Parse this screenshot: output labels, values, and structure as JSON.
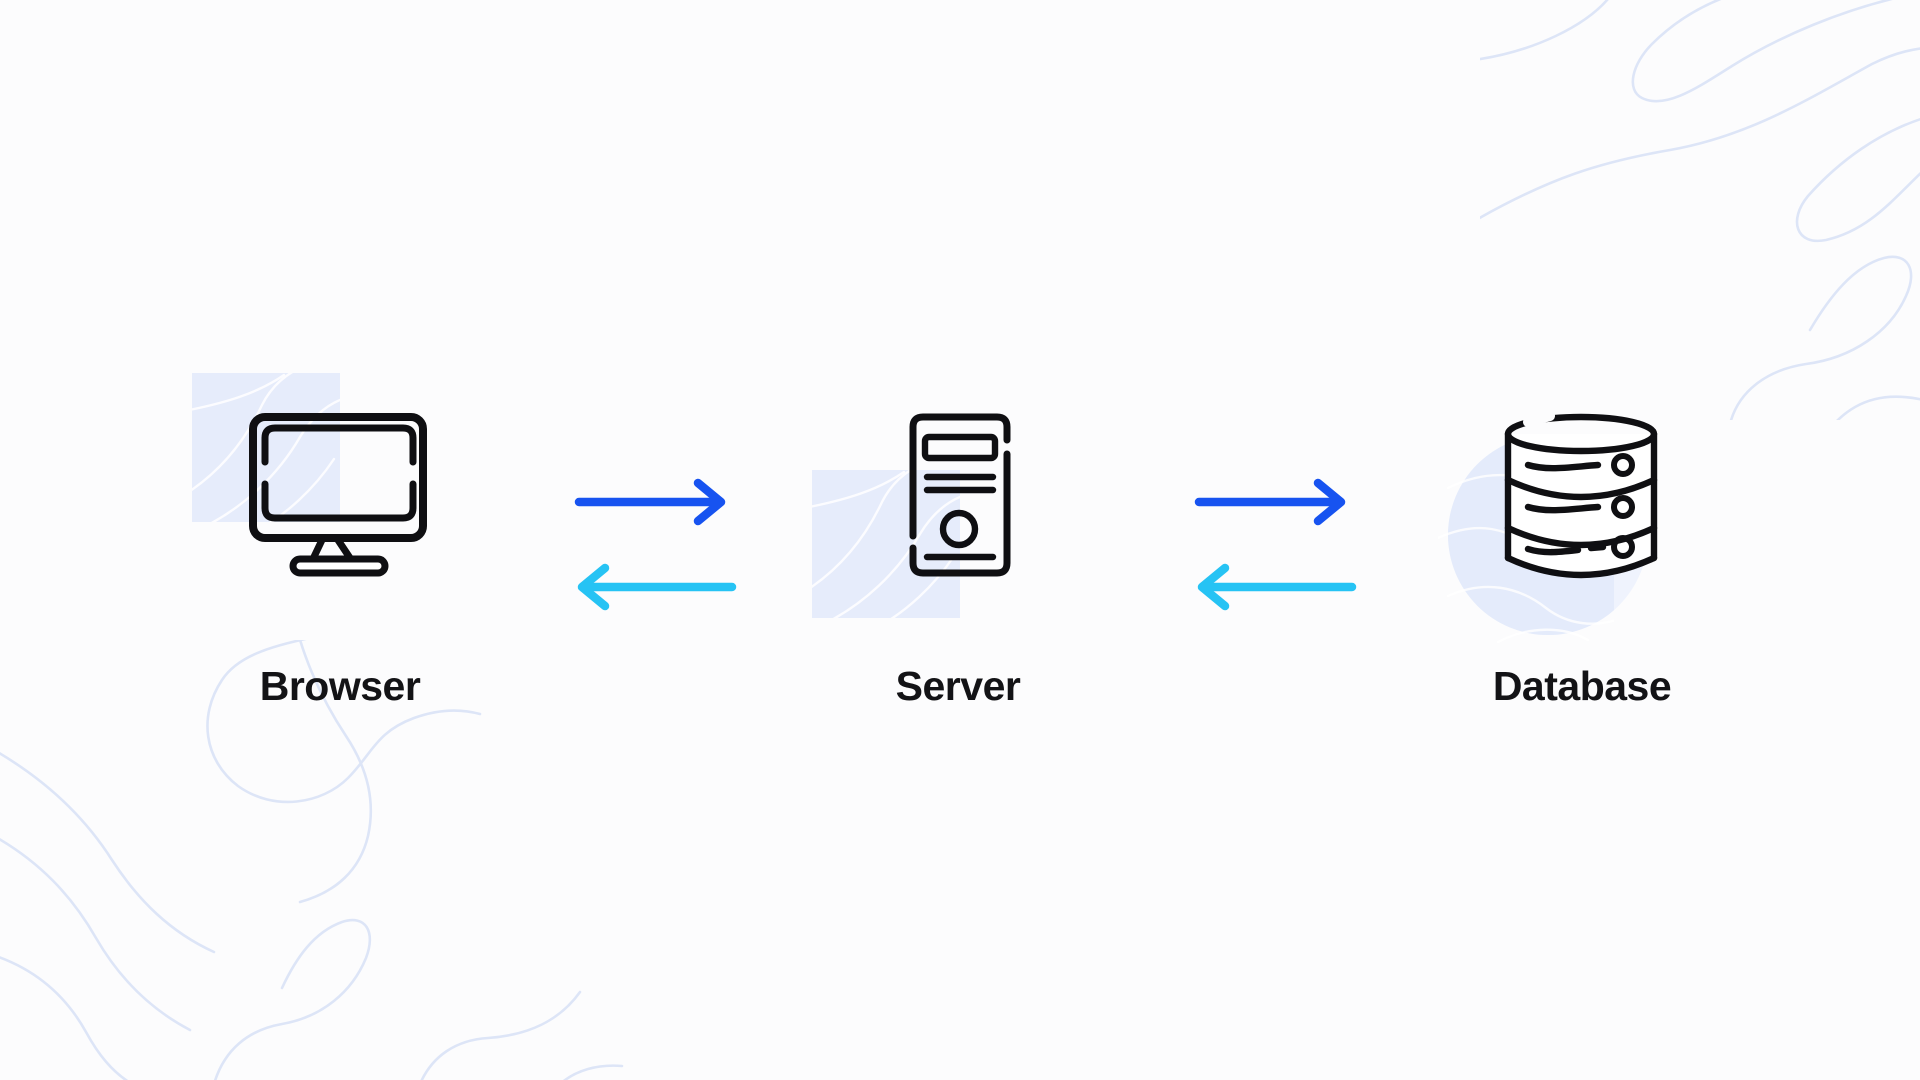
{
  "page": {
    "background": "#fcfcfd"
  },
  "diagram": {
    "nodes": [
      {
        "id": "browser",
        "label": "Browser",
        "icon": "monitor-icon"
      },
      {
        "id": "server",
        "label": "Server",
        "icon": "server-tower-icon"
      },
      {
        "id": "database",
        "label": "Database",
        "icon": "database-icon"
      }
    ],
    "flows": [
      {
        "from": "Browser",
        "to": "Server",
        "direction": "right",
        "color": "#1753f0"
      },
      {
        "from": "Server",
        "to": "Browser",
        "direction": "left",
        "color": "#26c3f4"
      },
      {
        "from": "Server",
        "to": "Database",
        "direction": "right",
        "color": "#1753f0"
      },
      {
        "from": "Database",
        "to": "Server",
        "direction": "left",
        "color": "#26c3f4"
      }
    ],
    "colors": {
      "arrow_request_blue": "#1753f0",
      "arrow_response_cyan": "#26c3f4",
      "icon_stroke": "#0f0f12",
      "label_text": "#131316",
      "accent_tile": "#e6ecfb",
      "accent_blob": "#e4ebfb",
      "accent_blob_light": "#eff3fd",
      "pattern_line": "#dde5f7"
    }
  }
}
